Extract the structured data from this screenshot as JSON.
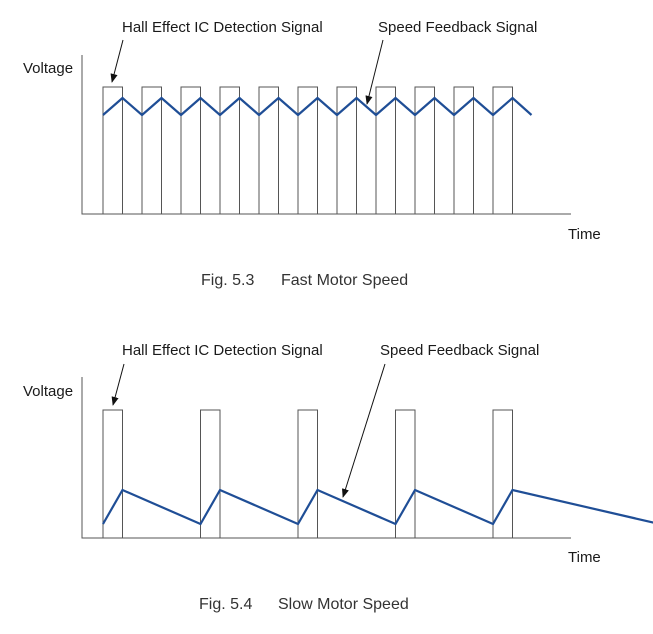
{
  "colors": {
    "feedback_line": "#1f4e96",
    "pulse_outline": "#555555",
    "axis": "#555555",
    "text": "#1a1a1a"
  },
  "figures": [
    {
      "id": "fast",
      "caption_number": "Fig. 5.3",
      "caption_title": "Fast Motor Speed",
      "ylabel": "Voltage",
      "xlabel": "Time",
      "hall_label": "Hall Effect IC Detection Signal",
      "speed_label": "Speed Feedback Signal",
      "pulse_count": 11,
      "pulse_period": 1,
      "pulse_duty": 0.5,
      "feedback_pattern": "triangle",
      "feedback_min": 0.77,
      "feedback_max": 0.9
    },
    {
      "id": "slow",
      "caption_number": "Fig. 5.4",
      "caption_title": "Slow Motor Speed",
      "ylabel": "Voltage",
      "xlabel": "Time",
      "hall_label": "Hall Effect IC Detection Signal",
      "speed_label": "Speed Feedback Signal",
      "pulse_count": 5,
      "pulse_period": 1,
      "pulse_duty": 0.2,
      "feedback_pattern": "sawtooth",
      "feedback_min": 0.1,
      "feedback_max": 0.36
    }
  ]
}
